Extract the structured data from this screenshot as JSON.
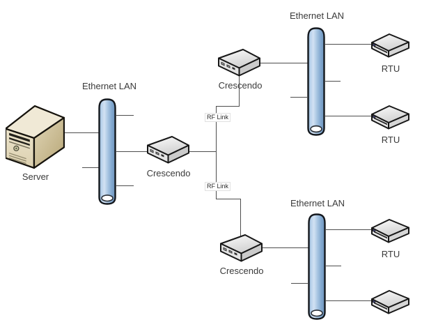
{
  "diagram": {
    "nodes": {
      "server": {
        "label": "Server",
        "icon": "server-tower-icon"
      },
      "lan_left": {
        "label": "Ethernet LAN",
        "icon": "ethernet-backbone-icon"
      },
      "crescendo_center": {
        "label": "Crescendo",
        "icon": "radio-modem-icon"
      },
      "crescendo_top": {
        "label": "Crescendo",
        "icon": "radio-modem-icon"
      },
      "crescendo_bottom": {
        "label": "Crescendo",
        "icon": "radio-modem-icon"
      },
      "lan_top_right": {
        "label": "Ethernet LAN",
        "icon": "ethernet-backbone-icon"
      },
      "lan_bottom_right": {
        "label": "Ethernet LAN",
        "icon": "ethernet-backbone-icon"
      },
      "rtu_top_1": {
        "label": "RTU",
        "icon": "rtu-device-icon"
      },
      "rtu_top_2": {
        "label": "RTU",
        "icon": "rtu-device-icon"
      },
      "rtu_bottom_1": {
        "label": "RTU",
        "icon": "rtu-device-icon"
      },
      "rtu_bottom_2": {
        "icon": "rtu-device-icon"
      }
    },
    "link_labels": {
      "rf_link_top": "RF Link",
      "rf_link_bottom": "RF Link"
    },
    "colors": {
      "backbone_blue": "#a6c4e1",
      "backbone_outline": "#14181d",
      "server_beige": "#e8dfc5",
      "device_gray": "#e9e9e9",
      "connector": "#4d4d4d",
      "label_text": "#3a3a3a",
      "rf_label_bg": "#ffffff"
    }
  }
}
